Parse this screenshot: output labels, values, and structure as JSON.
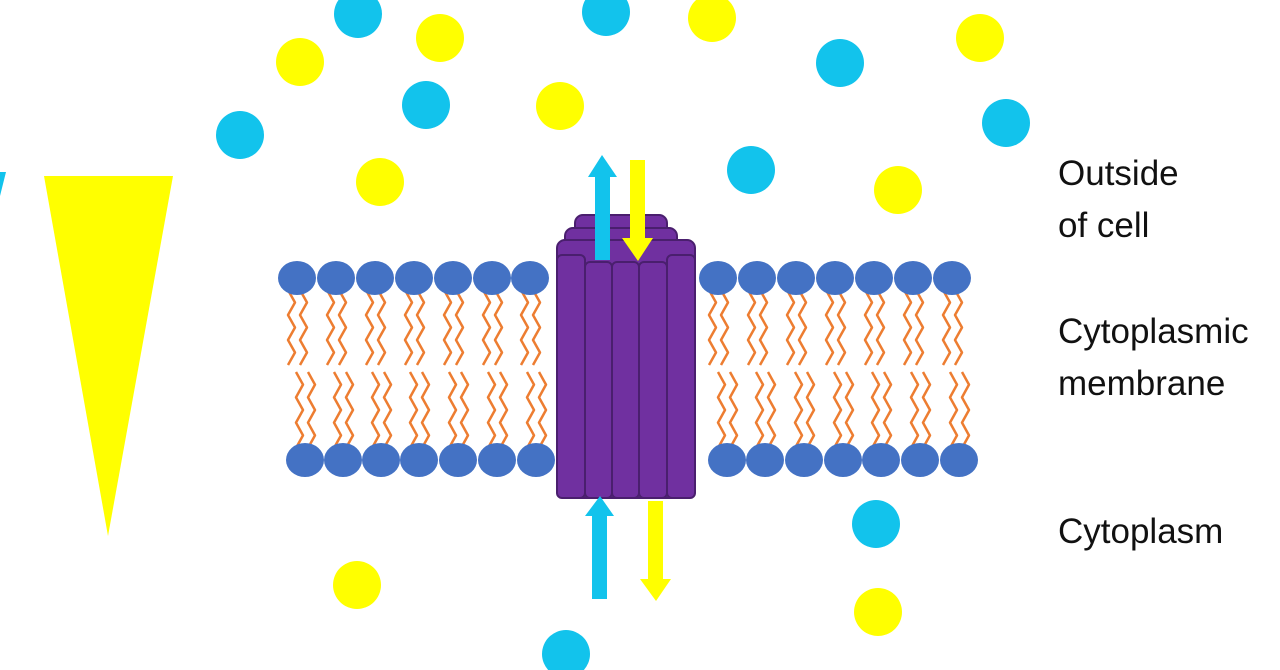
{
  "labels": {
    "outside": [
      "Outside",
      "of cell"
    ],
    "membrane": [
      "Cytoplasmic",
      "membrane"
    ],
    "cytoplasm": [
      "Cytoplasm"
    ]
  },
  "colors": {
    "blue_particle": "#12c3ec",
    "yellow_particle": "#ffff00",
    "lipid_head": "#4472c4",
    "lipid_tail": "#ed7d31",
    "transporter": "#7030a0",
    "transporter_edge": "#4a1f6e",
    "gradient": "#ffff00"
  },
  "icons": {
    "gradient": "triangle-gradient-icon",
    "blue_arrow": "arrow-up-icon",
    "yellow_arrow": "arrow-down-icon"
  }
}
